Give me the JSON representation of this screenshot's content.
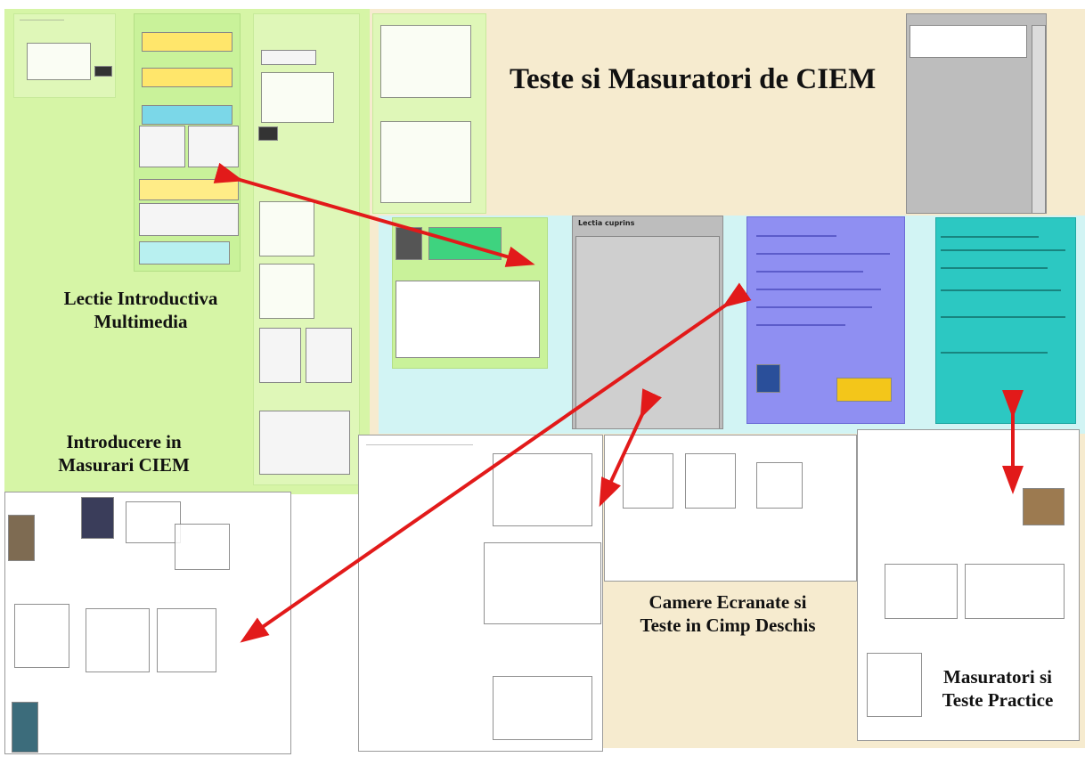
{
  "diagram": {
    "title": "Teste si Masuratori de CIEM",
    "labels": {
      "lectie": "Lectie Introductiva\nMultimedia",
      "introducere": "Introducere in\nMasurari CIEM",
      "camere": "Camere Ecranate si\nTeste in Cimp Deschis",
      "masuratori": "Masuratori si\nTeste Practice"
    },
    "colors": {
      "arrow": "#e21a1a",
      "cream": "#f6ebcf",
      "aqua": "#d2f4f4",
      "green": "#d6f5a6"
    }
  }
}
